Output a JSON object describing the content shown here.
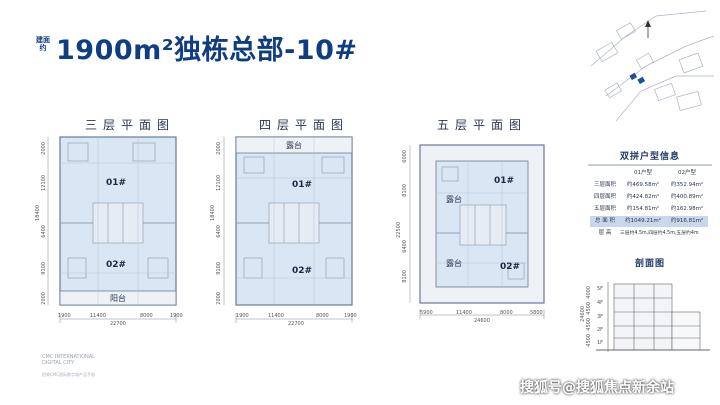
{
  "headline": {
    "tag": "建面约",
    "title": "1900m²独栋总部-10#"
  },
  "floor_plans": {
    "third": {
      "title": "三层平面图",
      "unit_top": "01#",
      "unit_bottom": "02#",
      "zone": "阳台",
      "dims_bottom": [
        "1900",
        "11400",
        "8000",
        "1900"
      ],
      "dim_total": "22700",
      "dims_left": [
        "2000",
        "12100",
        "18400",
        "6400",
        "9100",
        "2000"
      ]
    },
    "fourth": {
      "title": "四层平面图",
      "unit_top": "01#",
      "unit_bottom": "02#",
      "zone": "露台",
      "dims_bottom": [
        "1900",
        "11400",
        "8000",
        "1900"
      ],
      "dim_total": "22700",
      "dims_left": [
        "2000",
        "12100",
        "18400",
        "6400",
        "9100",
        "2000"
      ]
    },
    "fifth": {
      "title": "五层平面图",
      "unit_top": "01#",
      "unit_bottom": "02#",
      "zone_top": "露台",
      "zone_bottom": "露台",
      "dims_bottom": [
        "5900",
        "11400",
        "8000",
        "5800"
      ],
      "dim_total": "24600",
      "dims_left": [
        "6000",
        "8100",
        "22500",
        "6400",
        "8100"
      ]
    }
  },
  "info": {
    "title": "双拼户型信息",
    "headers": [
      "",
      "01户型",
      "02户型"
    ],
    "rows": [
      {
        "label": "三层面积",
        "a": "约469.58m²",
        "b": "约352.94m²"
      },
      {
        "label": "四层面积",
        "a": "约424.82m²",
        "b": "约400.89m²"
      },
      {
        "label": "五层面积",
        "a": "约154.81m²",
        "b": "约162.98m²"
      },
      {
        "label": "总 面 积",
        "a": "约1049.21m²",
        "b": "约916.81m²"
      },
      {
        "label": "层    高",
        "a": "三层约4.5m,四层约4.5m,五层约4m",
        "b": ""
      }
    ]
  },
  "section": {
    "title": "剖面图",
    "levels": [
      "5F",
      "4F",
      "3F",
      "2F",
      "1F"
    ],
    "dims": [
      "4000",
      "4500",
      "4500",
      "4500",
      "4500",
      "24600"
    ]
  },
  "brand": {
    "line1": "CMC INTERNATIONAL",
    "line2": "DIGITAL CITY",
    "sub": "招商CMC国际数字城产品手册"
  },
  "watermark": "搜狐号@搜狐焦点新余站",
  "colors": {
    "title": "#0f3d82",
    "unit_fill": "#d9e6f3",
    "highlight": "#c9d7ec"
  }
}
